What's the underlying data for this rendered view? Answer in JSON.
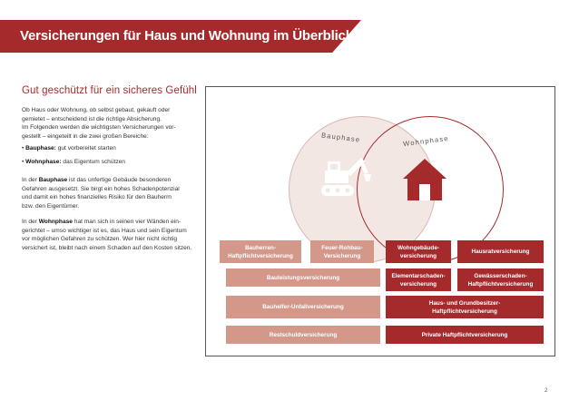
{
  "header": {
    "title": "Versicherungen für Haus und Wohnung im Überblick"
  },
  "intro": {
    "subtitle": "Gut geschützt für ein sicheres Gefühl",
    "paragraph1_lines": [
      "Ob Haus oder Wohnung, ob selbst gebaut, gekauft oder",
      "gemietet – entscheidend ist die richtige Absicherung.",
      "Im Folgenden werden die wichtigsten Versicherungen vor-",
      "gestellt – eingeteilt in die zwei großen Bereiche:"
    ],
    "bullets": [
      {
        "term": "Bauphase:",
        "text": " gut vorbereitet starten"
      },
      {
        "term": "Wohnphase:",
        "text": " das Eigentum schützen"
      }
    ],
    "p2": {
      "pre": "In der ",
      "term": "Bauphase",
      "post_lines": [
        " ist das unfertige Gebäude besonderen",
        "Gefahren ausgesetzt. Sie birgt ein hohes Schadenpotenzial",
        "und damit ein hohes finanzielles Risiko für den Bauherrn",
        "bzw. den Eigentümer."
      ]
    },
    "p3": {
      "pre": "In der ",
      "term": "Wohnphase",
      "post_lines": [
        " hat man sich in seinen vier Wänden ein-",
        "gerichtet – umso wichtiger ist es, das Haus und sein Eigentum",
        "vor möglichen Gefahren zu schützen. Wer hier nicht richtig",
        "versichert ist, bleibt nach einem Schaden auf den Kosten sitzen."
      ]
    }
  },
  "diagram": {
    "phase_left": "Bauphase",
    "phase_right": "Wohnphase",
    "icons": {
      "left": "excavator-icon",
      "right": "house-icon"
    },
    "colors": {
      "light": "#d4988a",
      "dark": "#a52a2c",
      "circle_fill": "#f3e7e4"
    },
    "boxes": {
      "bauherren_lines": [
        "Bauherren-",
        "Haftpflichtversicherung"
      ],
      "feuer_rohbau_lines": [
        "Feuer-Rohbau-",
        "Versicherung"
      ],
      "bauleistung": "Bauleistungsversicherung",
      "bauhelfer": "Bauhelfer-Unfallversicherung",
      "restschuld": "Restschuldversicherung",
      "wohngebaeude_lines": [
        "Wohngebäude-",
        "versicherung"
      ],
      "hausrat": "Hausratversicherung",
      "elementar_lines": [
        "Elementarschaden-",
        "versicherung"
      ],
      "gewaesser_lines": [
        "Gewässerschaden-",
        "Haftpflichtversicherung"
      ],
      "haus_grund_lines": [
        "Haus- und Grundbesitzer-",
        "Haftpflichtversicherung"
      ],
      "privat_haftpflicht": "Private Haftpflichtversicherung"
    }
  },
  "footer": {
    "page_number": "2"
  }
}
